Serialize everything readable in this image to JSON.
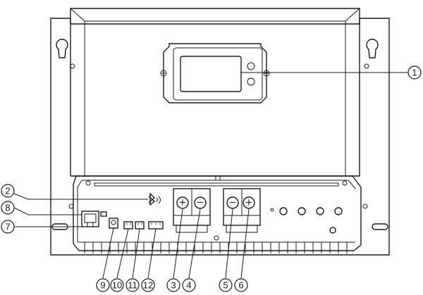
{
  "callouts": [
    {
      "id": "1",
      "label": "1"
    },
    {
      "id": "2",
      "label": "2"
    },
    {
      "id": "3",
      "label": "3"
    },
    {
      "id": "4",
      "label": "4"
    },
    {
      "id": "5",
      "label": "5"
    },
    {
      "id": "6",
      "label": "6"
    },
    {
      "id": "7",
      "label": "7"
    },
    {
      "id": "8",
      "label": "8"
    },
    {
      "id": "9",
      "label": "9"
    },
    {
      "id": "10",
      "label": "10"
    },
    {
      "id": "11",
      "label": "11"
    },
    {
      "id": "12",
      "label": "12"
    }
  ],
  "terminal_symbols": {
    "plus": "+",
    "minus": "−"
  },
  "icons": {
    "bluetooth": "bluetooth-icon"
  },
  "colors": {
    "line": "#1a1a1a",
    "background": "#ffffff"
  }
}
